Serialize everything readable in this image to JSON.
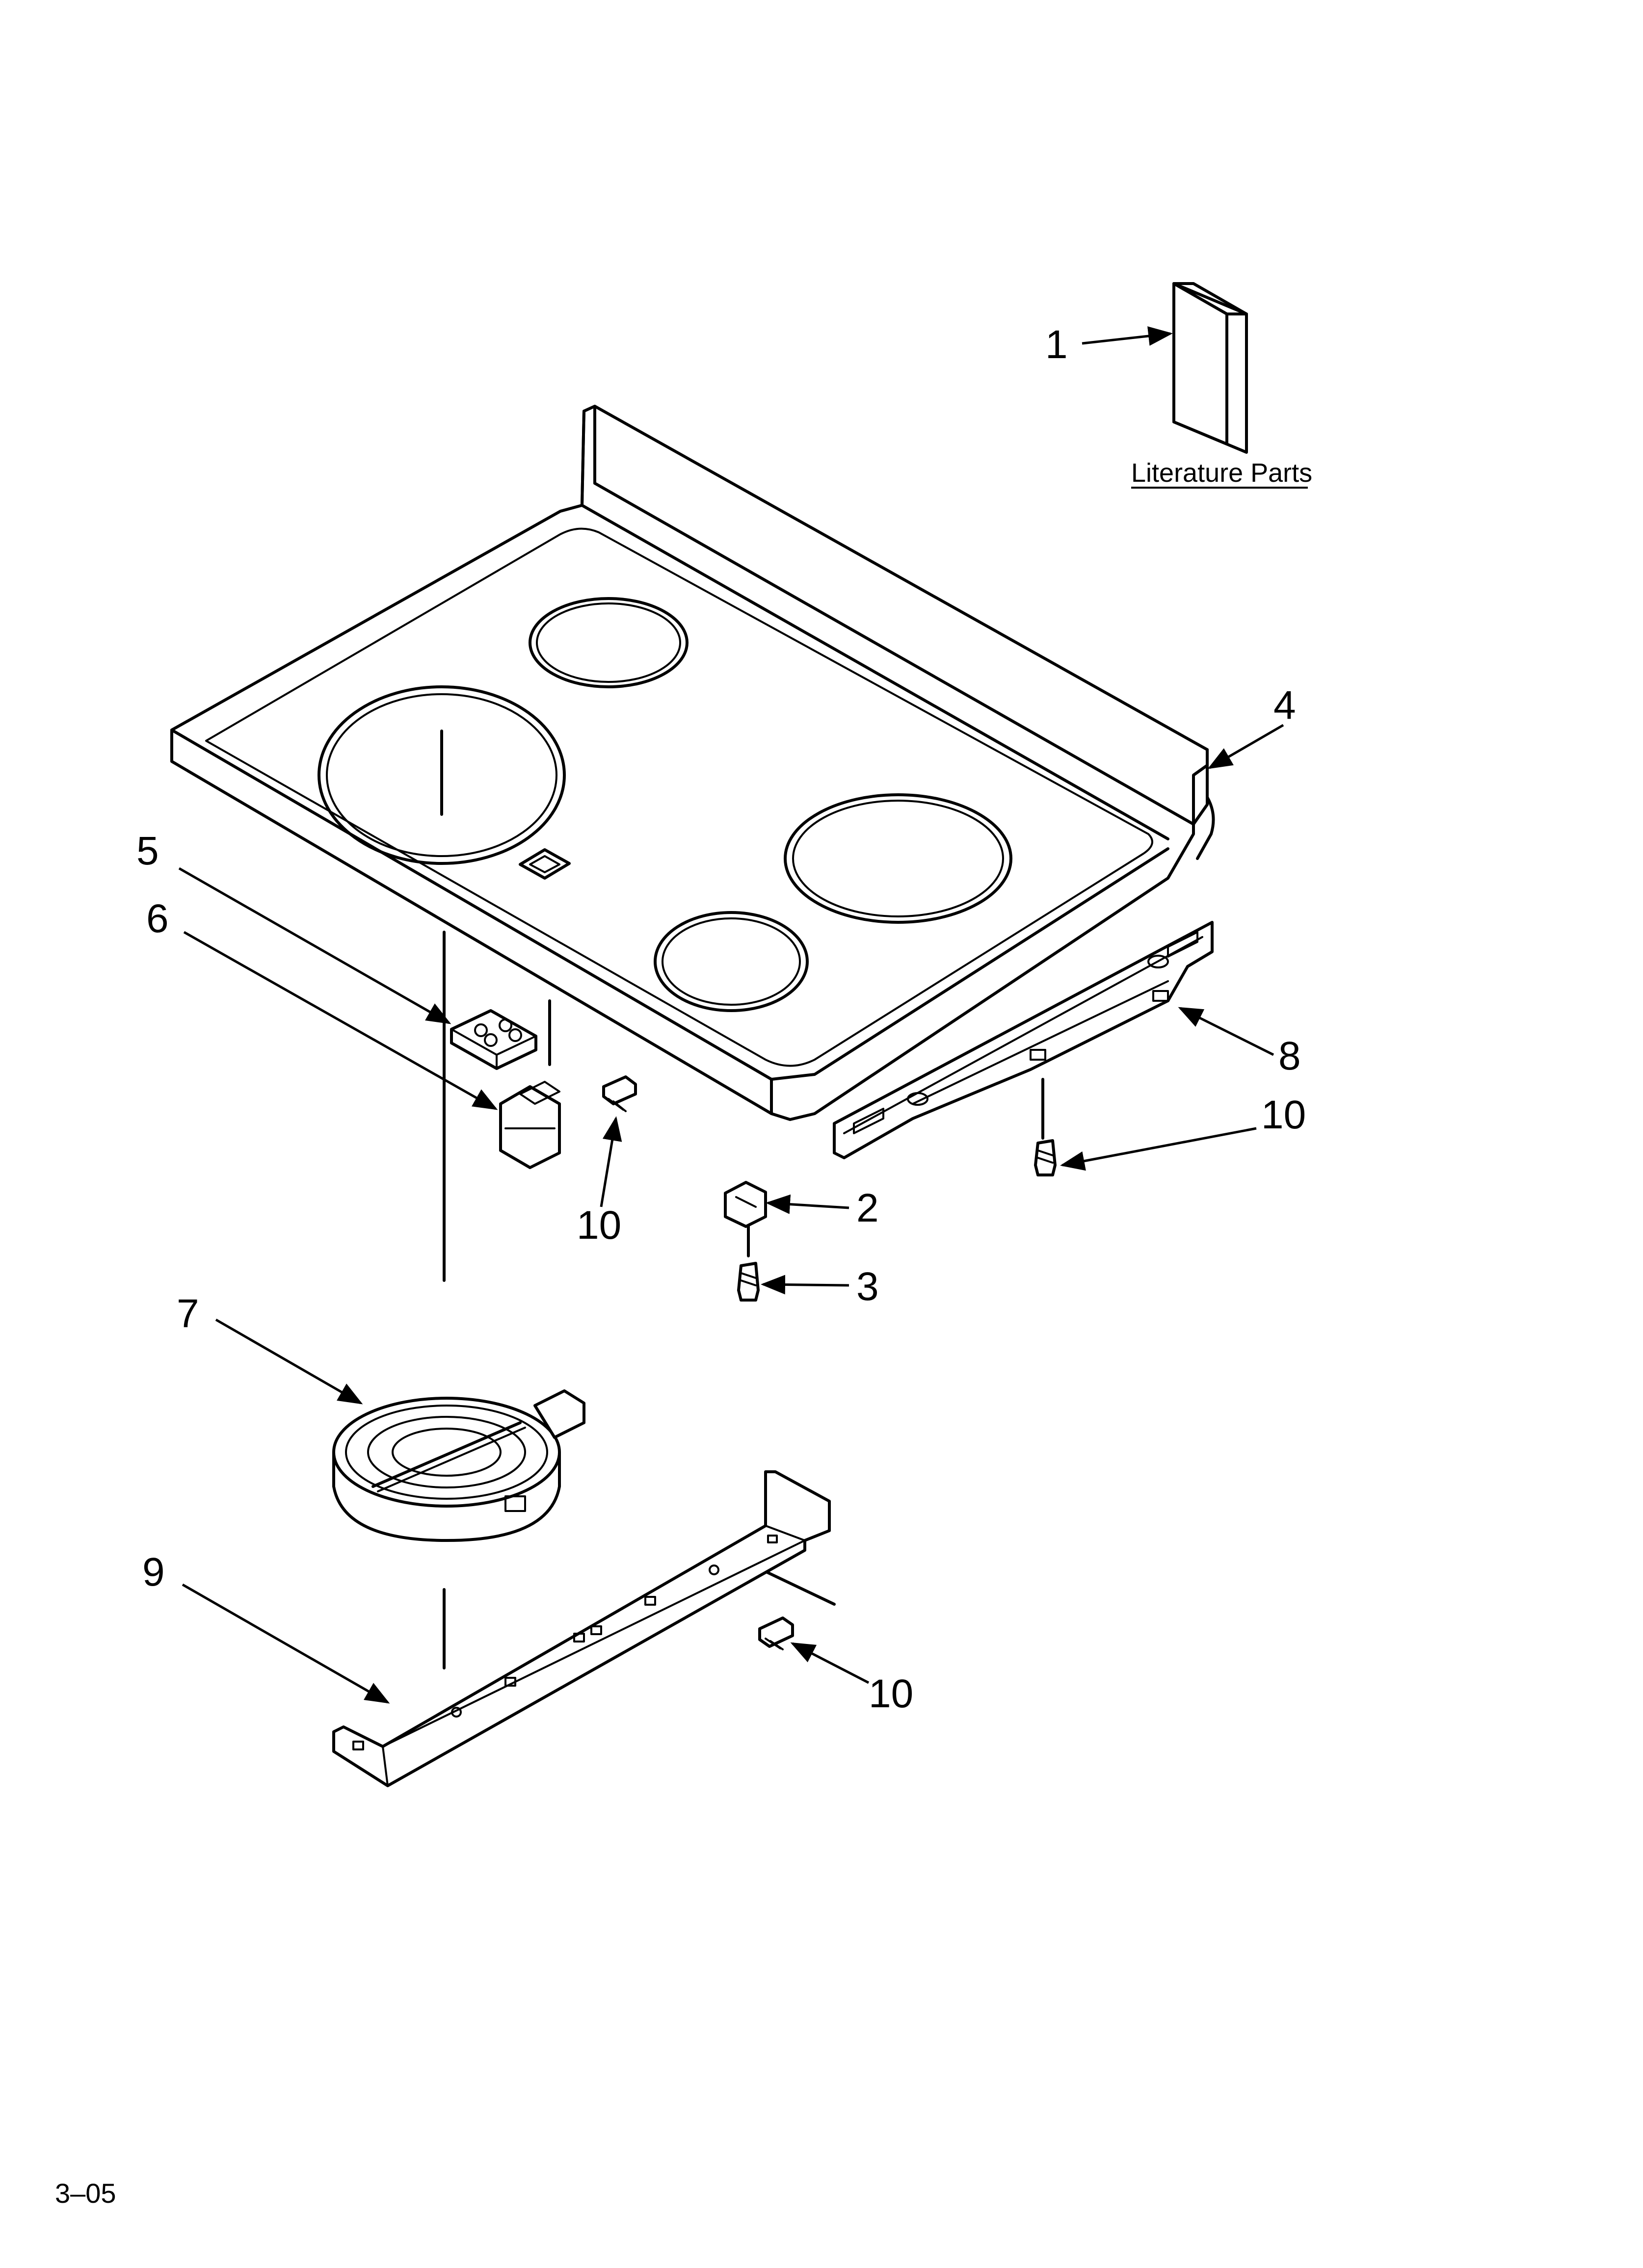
{
  "callouts": {
    "c1": "1",
    "c2": "2",
    "c3": "3",
    "c4": "4",
    "c5": "5",
    "c6": "6",
    "c7": "7",
    "c8": "8",
    "c9": "9",
    "c10a": "10",
    "c10b": "10",
    "c10c": "10"
  },
  "literature_label": "Literature Parts",
  "footer_code": "3–05"
}
